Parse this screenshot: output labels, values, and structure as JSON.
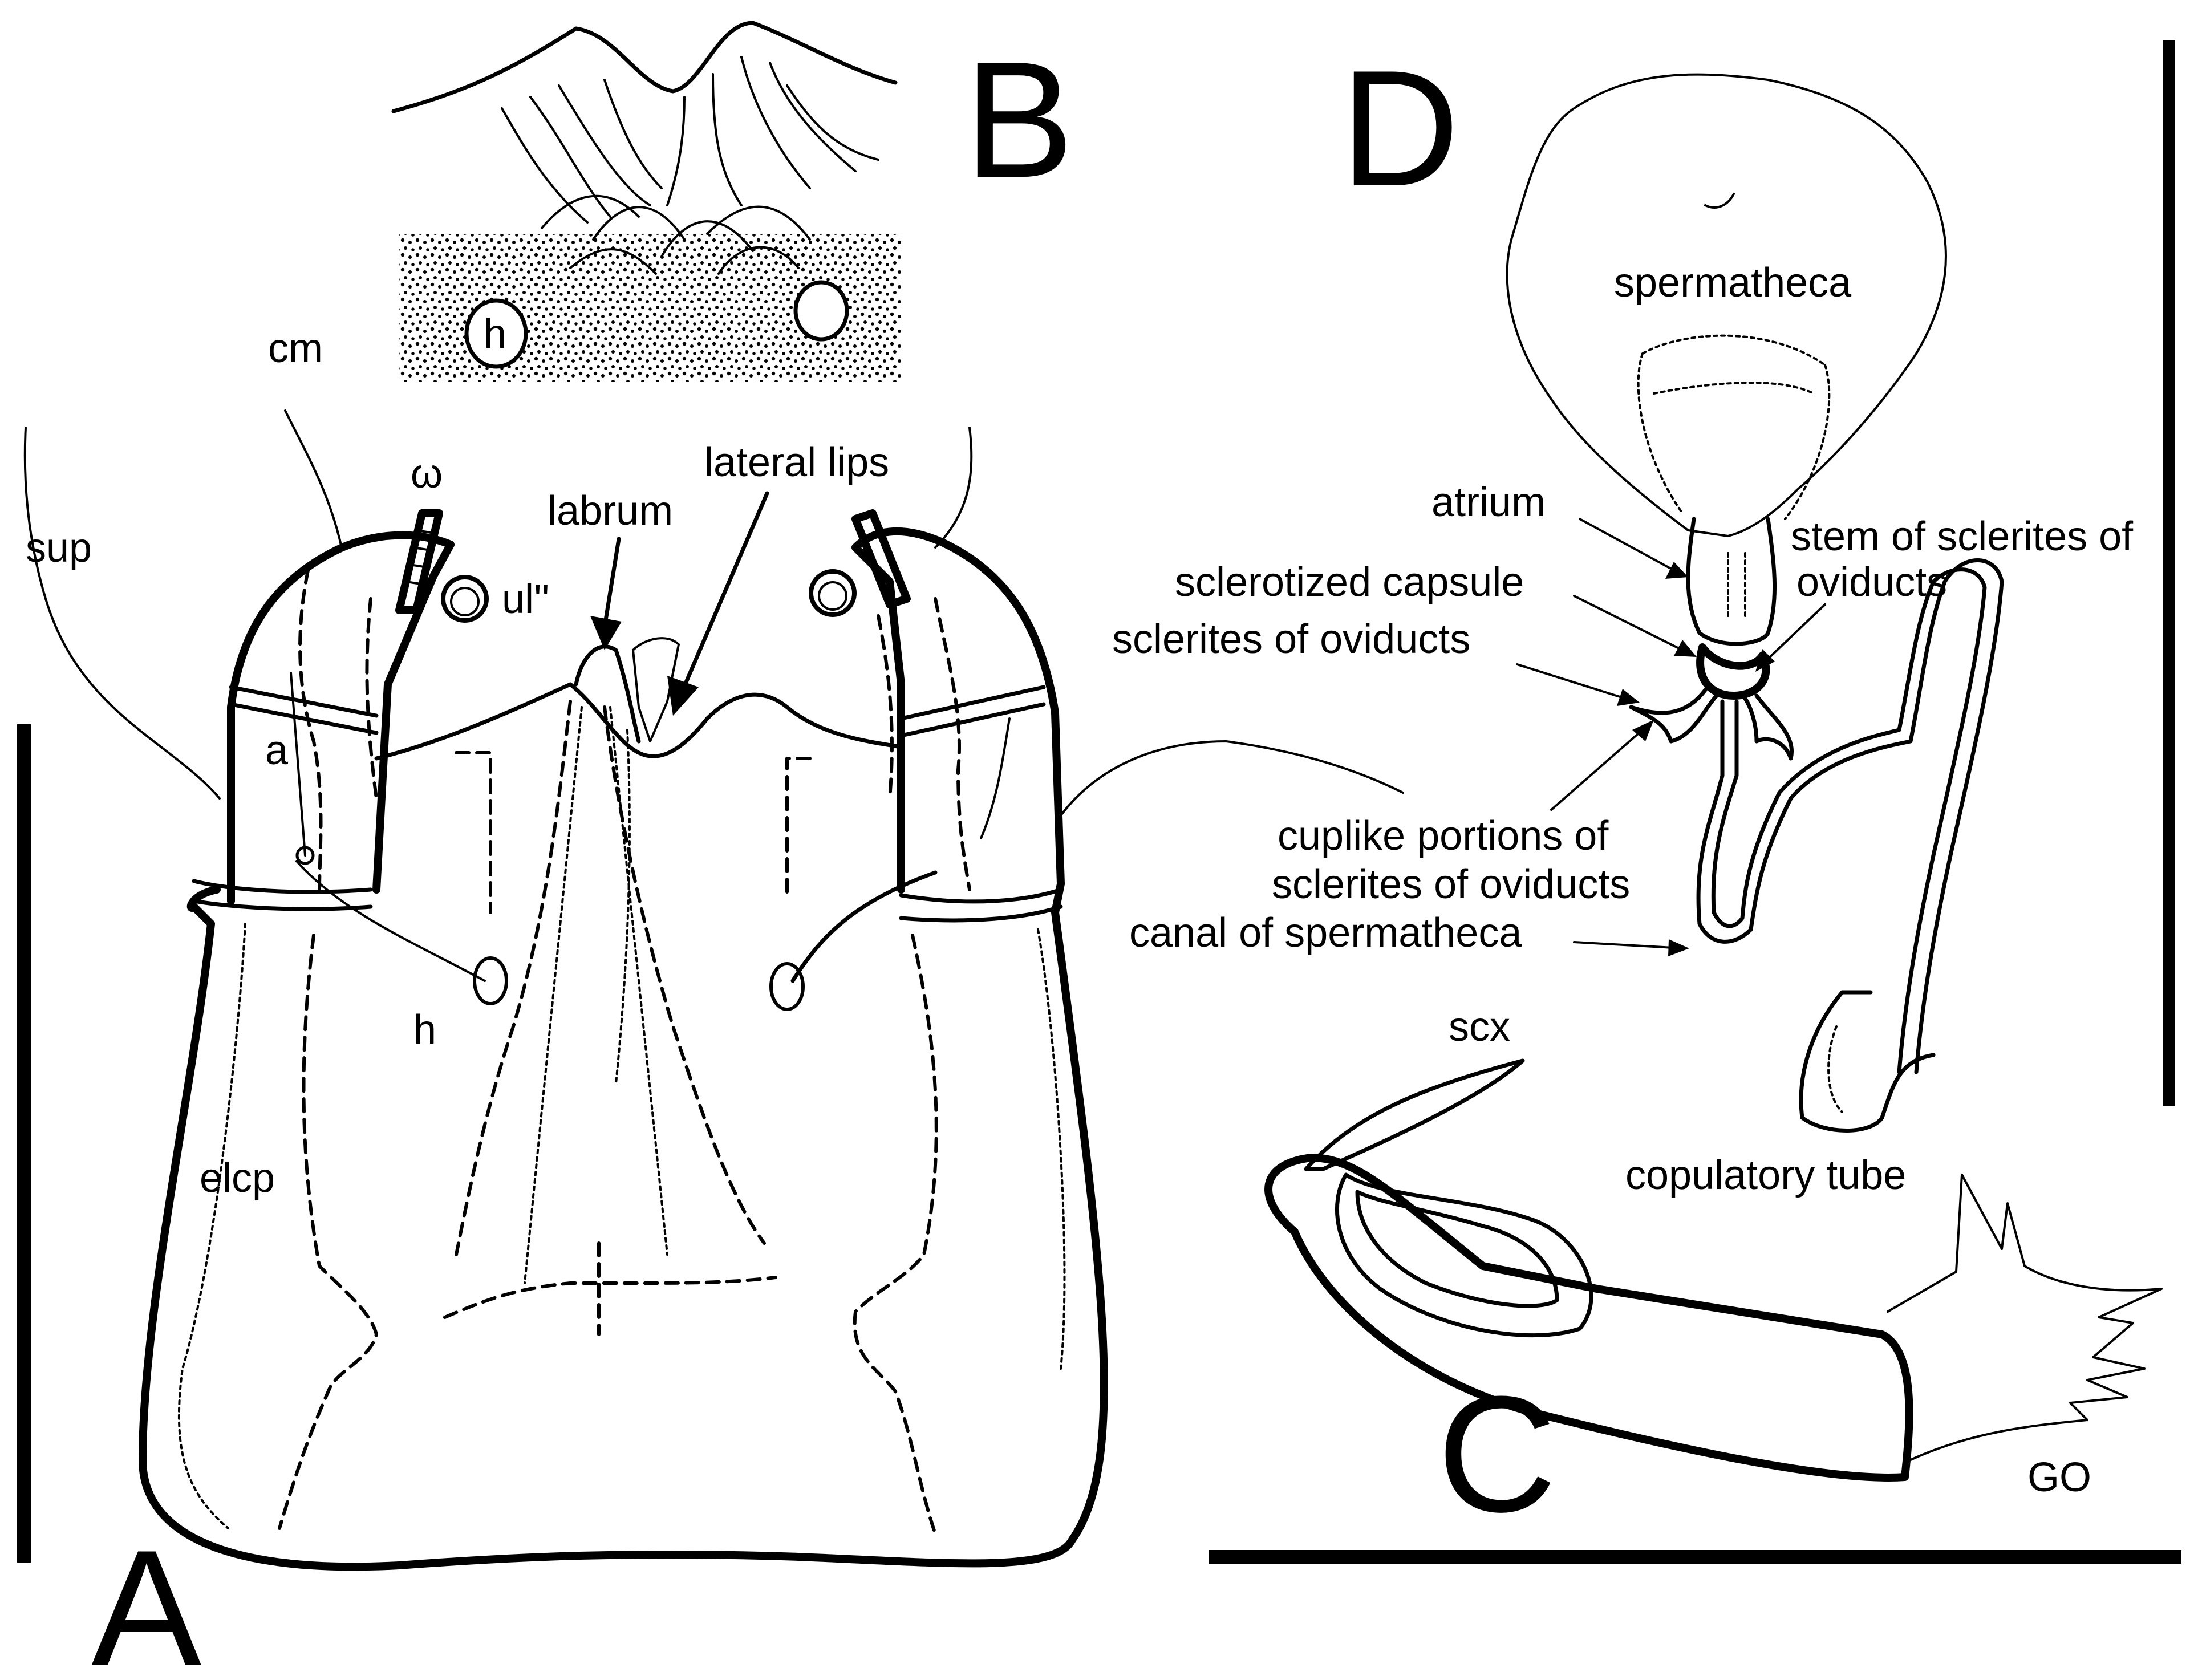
{
  "panels": {
    "A": "A",
    "B": "B",
    "C": "C",
    "D": "D"
  },
  "labels": {
    "cm": "cm",
    "sup": "sup",
    "omega": "ω",
    "ul": "ul''",
    "a": "a",
    "h_A": "h",
    "h_B": "h",
    "elcp": "elcp",
    "labrum": "labrum",
    "lateral_lips": "lateral lips",
    "scx": "scx",
    "GO": "GO",
    "spermatheca": "spermatheca",
    "atrium": "atrium",
    "sclerotized_capsule": "sclerotized capsule",
    "sclerites_of_oviducts": "sclerites of oviducts",
    "stem_of_sclerites_line1": "stem of sclerites of",
    "stem_of_sclerites_line2": "oviducts",
    "cuplike_line1": "cuplike portions of",
    "cuplike_line2": "sclerites of oviducts",
    "canal_of_spermatheca": "canal of spermatheca",
    "copulatory_tube": "copulatory tube"
  }
}
